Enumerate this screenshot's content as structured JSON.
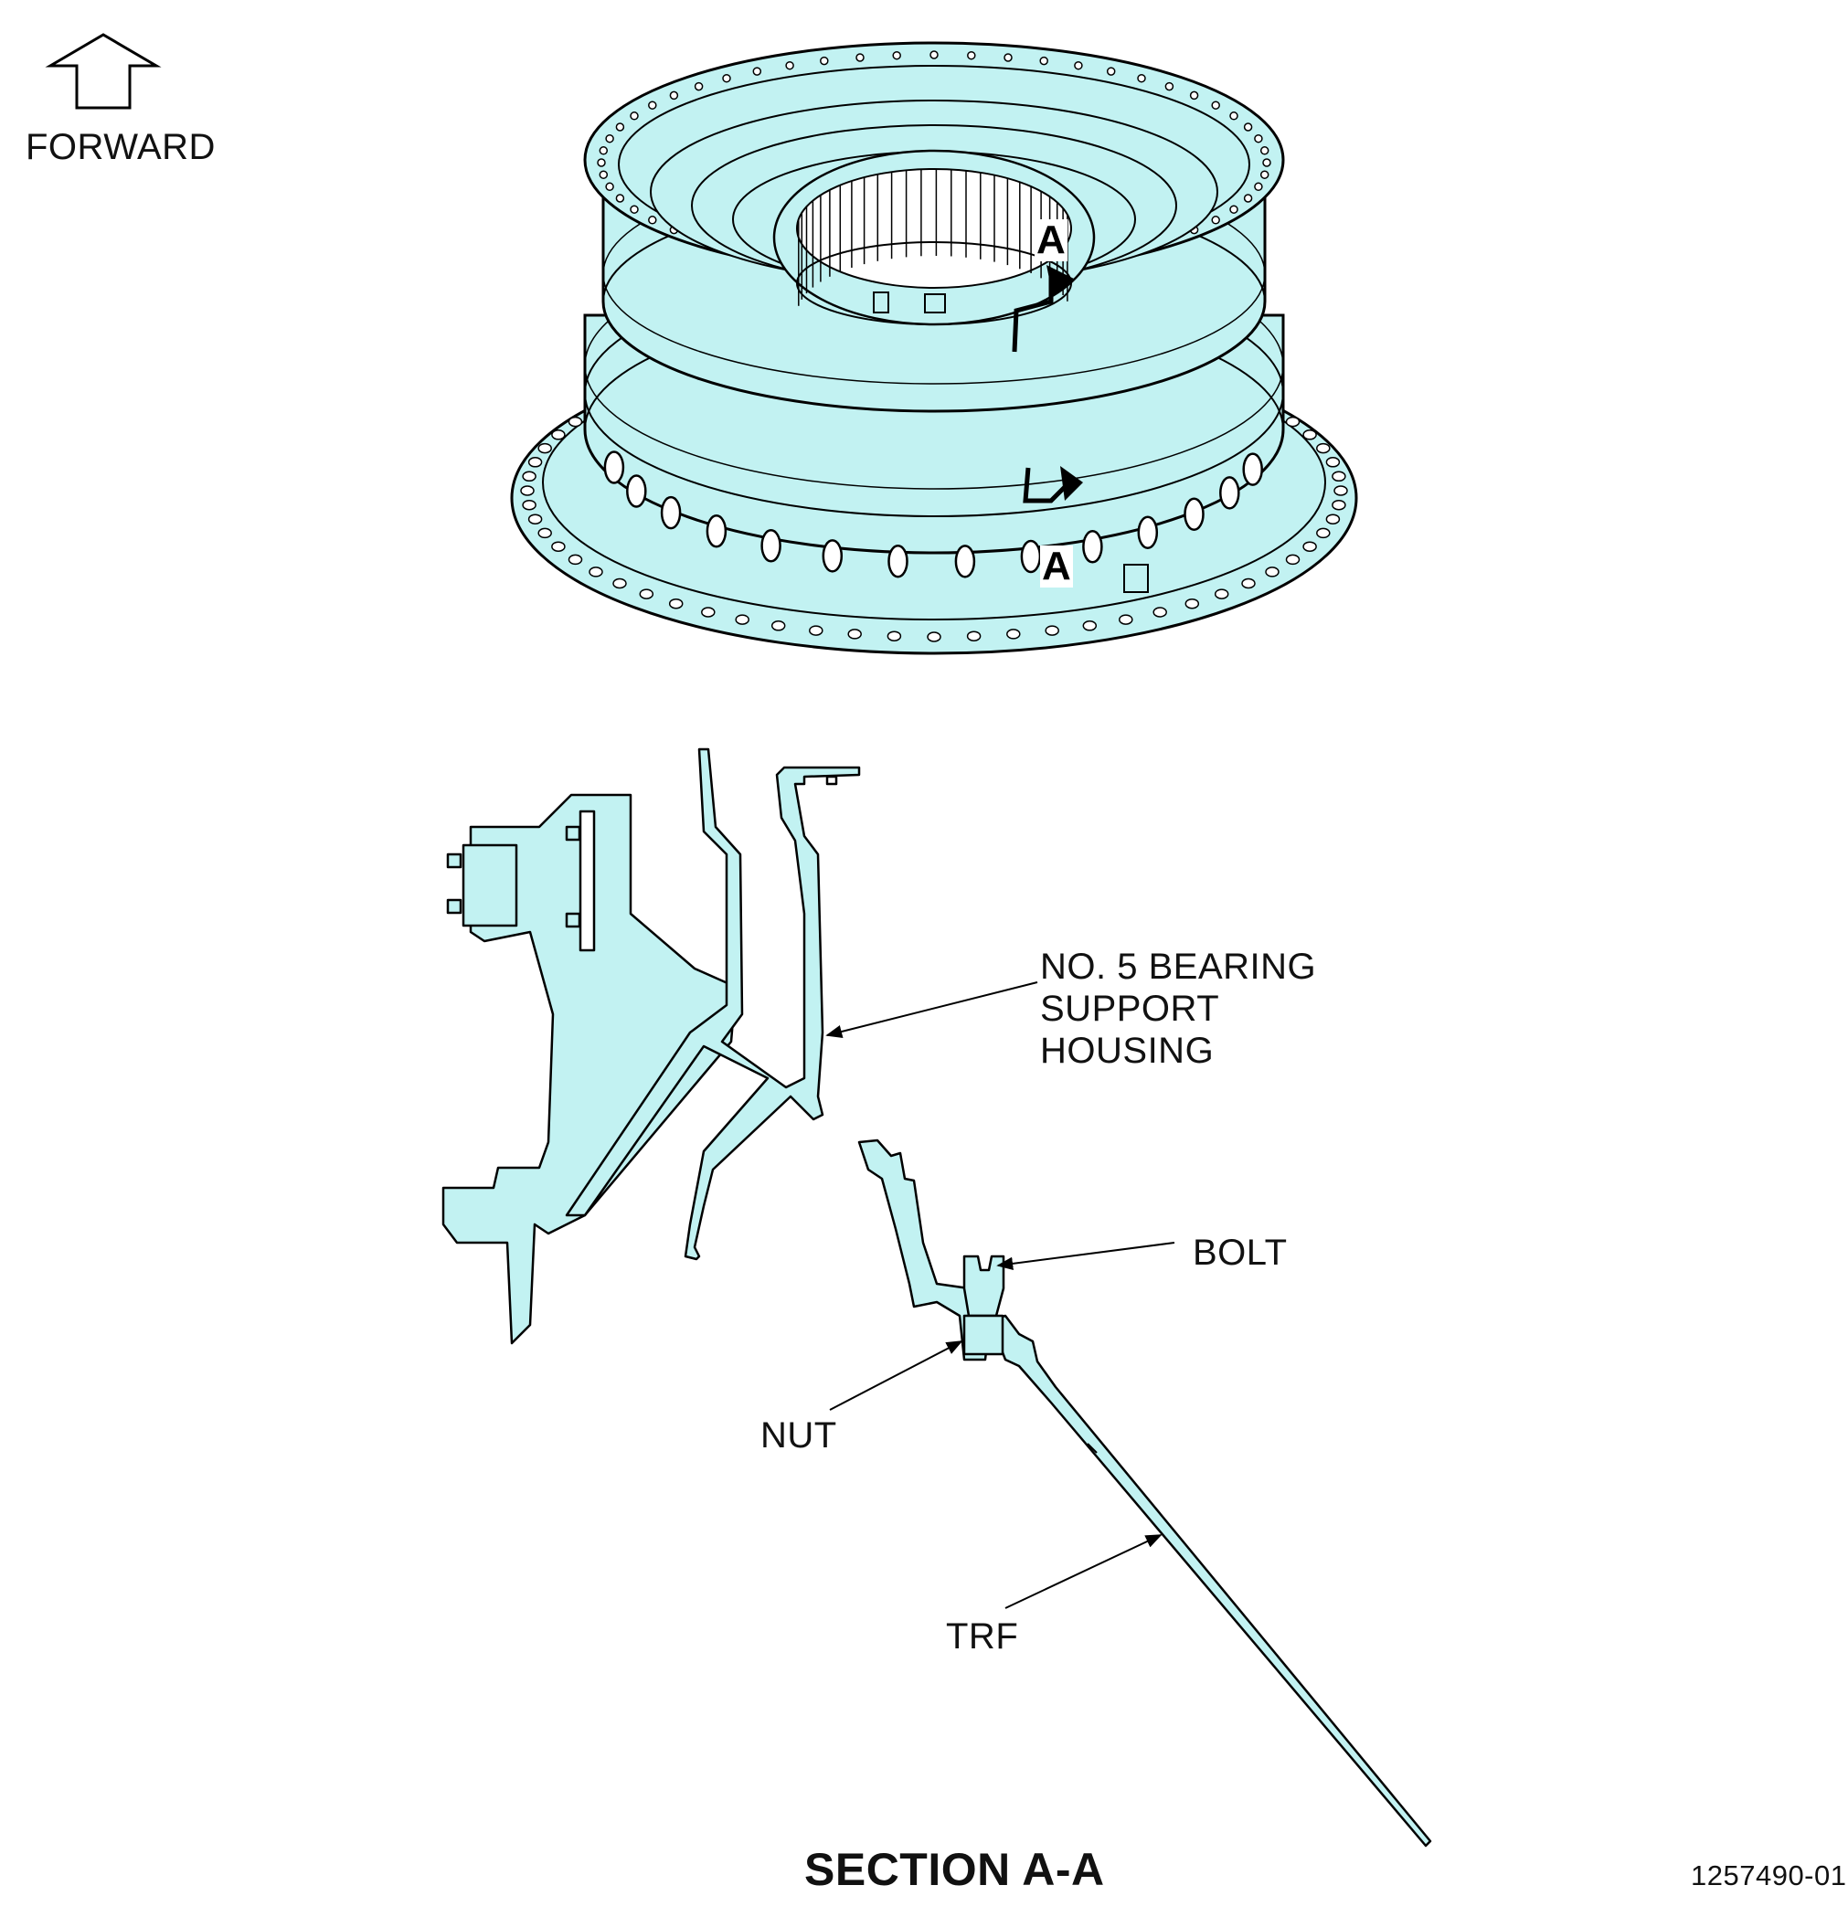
{
  "figure": {
    "direction_label": "FORWARD",
    "section_marker_top": "A",
    "section_marker_bottom": "A",
    "callouts": {
      "bearing_housing": [
        "NO. 5 BEARING",
        "SUPPORT",
        "HOUSING"
      ],
      "bolt": "BOLT",
      "nut": "NUT",
      "trf": "TRF"
    },
    "section_title": "SECTION A-A",
    "figure_number": "1257490-01"
  },
  "colors": {
    "part_fill": "#c2f2f2",
    "line": "#000000",
    "background": "#ffffff"
  },
  "icons": {
    "forward_arrow": "up-arrow-outline-icon",
    "section_cut": "section-cut-arrow-icon"
  }
}
